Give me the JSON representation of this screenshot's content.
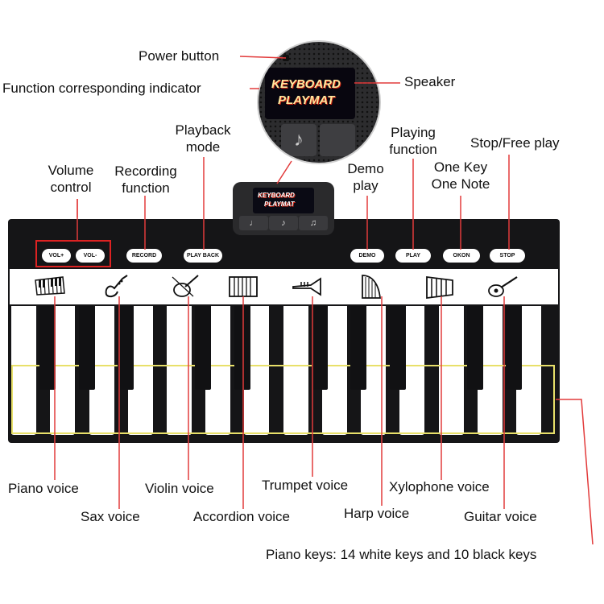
{
  "labels": {
    "power_button": "Power button",
    "function_indicator": "Function corresponding indicator",
    "speaker": "Speaker",
    "playback_mode_1": "Playback",
    "playback_mode_2": "mode",
    "playing_function_1": "Playing",
    "playing_function_2": "function",
    "stop_free_play": "Stop/Free play",
    "volume_control_1": "Volume",
    "volume_control_2": "control",
    "recording_function_1": "Recording",
    "recording_function_2": "function",
    "demo_play_1": "Demo",
    "demo_play_2": "play",
    "one_key_1": "One Key",
    "one_key_2": "One Note",
    "piano_voice": "Piano voice",
    "sax_voice": "Sax  voice",
    "violin_voice": "Violin voice",
    "accordion_voice": "Accordion voice",
    "trumpet_voice": "Trumpet voice",
    "harp_voice": "Harp voice",
    "xylophone_voice": "Xylophone voice",
    "guitar_voice": "Guitar voice",
    "piano_keys": "Piano keys: 14 white keys and 10 black keys"
  },
  "buttons": {
    "vol_plus": "VOL+",
    "vol_minus": "VOL-",
    "record": "RECORD",
    "play_back": "PLAY BACK",
    "demo": "DEMO",
    "play": "PLAY",
    "okon": "OKON",
    "stop": "STOP"
  },
  "logo": {
    "line1": "KEYBOARD",
    "line2": "PLAYMAT"
  },
  "icons": [
    "piano-icon",
    "sax-icon",
    "violin-icon",
    "accordion-icon",
    "trumpet-icon",
    "harp-icon",
    "xylophone-icon",
    "guitar-icon"
  ],
  "colors": {
    "callout_line": "#e23b3b",
    "key_zone": "#e8e06a",
    "mat": "#151517"
  }
}
